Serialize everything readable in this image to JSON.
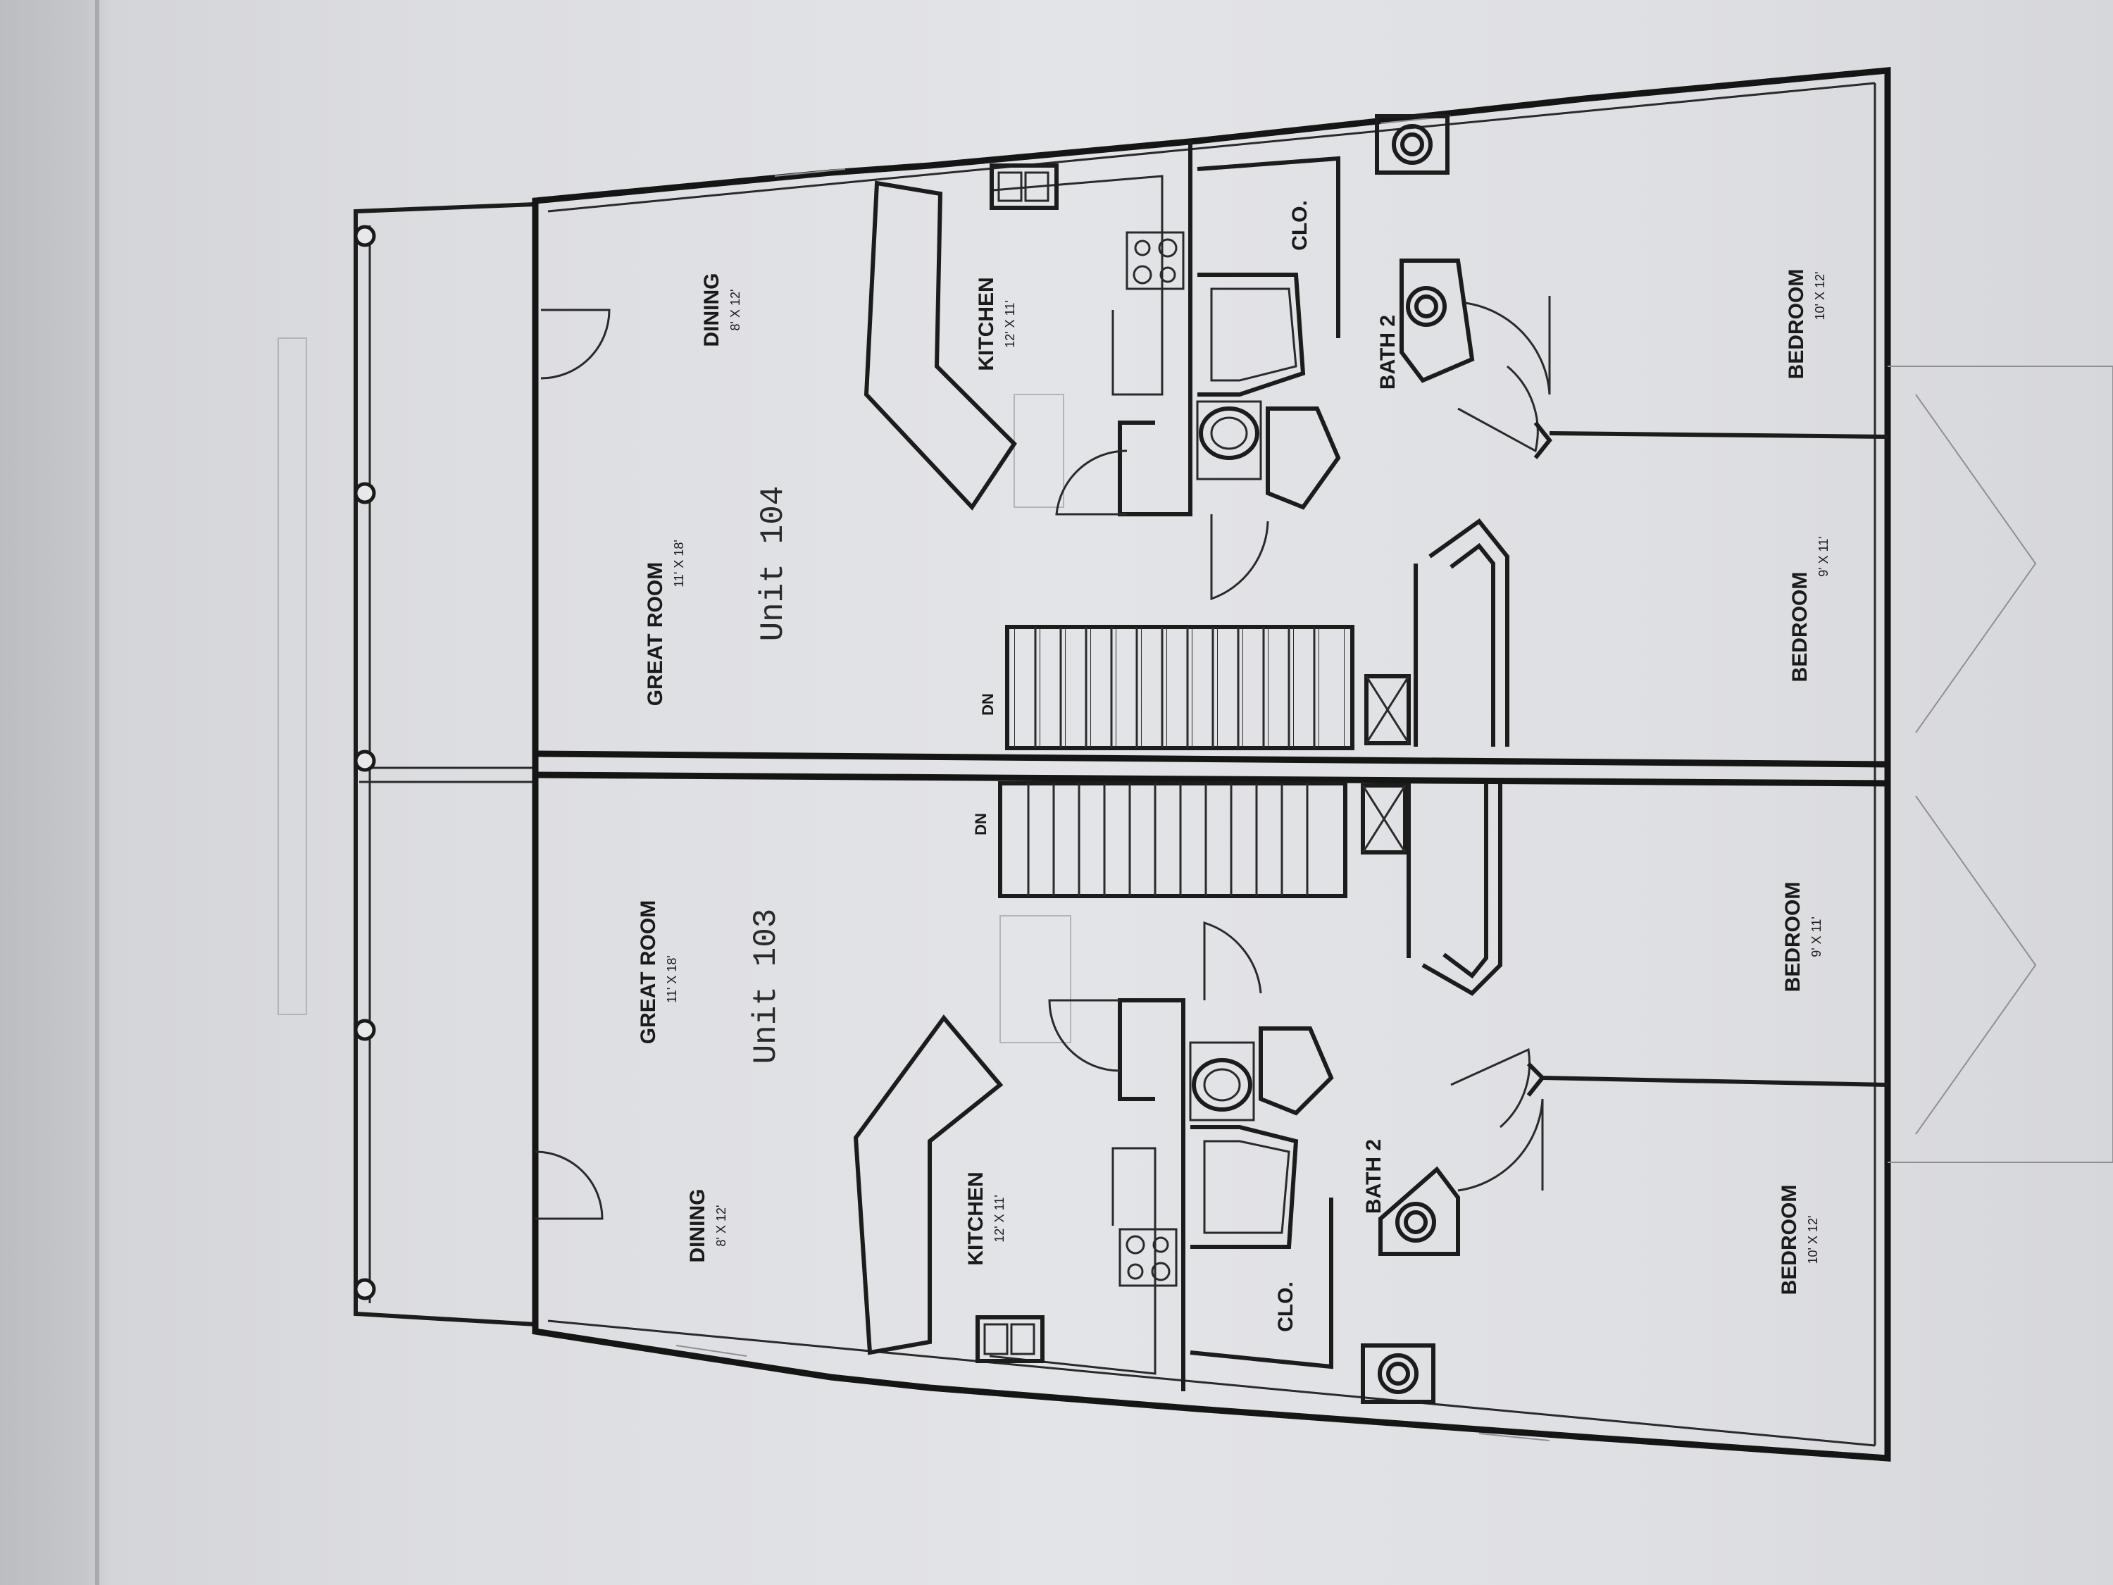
{
  "document": "floor plan",
  "units": [
    {
      "id": "unit-104",
      "name": "Unit 104",
      "rooms": {
        "great_room": {
          "name": "GREAT ROOM",
          "size": "11' X 18'"
        },
        "dining": {
          "name": "DINING",
          "size": "8' X 12'"
        },
        "kitchen": {
          "name": "KITCHEN",
          "size": "12' X 11'"
        },
        "bath": {
          "name": "BATH 2"
        },
        "closet": {
          "name": "CLO."
        },
        "bedroom_a": {
          "name": "BEDROOM",
          "size": "10' X 12'"
        },
        "bedroom_b": {
          "name": "BEDROOM",
          "size": "9' X 11'"
        }
      },
      "stair": "DN"
    },
    {
      "id": "unit-103",
      "name": "Unit 103",
      "rooms": {
        "great_room": {
          "name": "GREAT ROOM",
          "size": "11' X 18'"
        },
        "dining": {
          "name": "DINING",
          "size": "8' X 12'"
        },
        "kitchen": {
          "name": "KITCHEN",
          "size": "12' X 11'"
        },
        "bath": {
          "name": "BATH 2"
        },
        "closet": {
          "name": "CLO."
        },
        "bedroom_a": {
          "name": "BEDROOM",
          "size": "9' X 11'"
        },
        "bedroom_b": {
          "name": "BEDROOM",
          "size": "10' X 12'"
        }
      },
      "stair": "DN"
    }
  ],
  "colors": {
    "ink": "#1c1c1c",
    "paper": "#e3e4e8"
  },
  "icons": [
    "water-heater-icon",
    "toilet-icon",
    "sink-icon",
    "stove-icon",
    "door-swing-icon",
    "column-post-icon"
  ]
}
